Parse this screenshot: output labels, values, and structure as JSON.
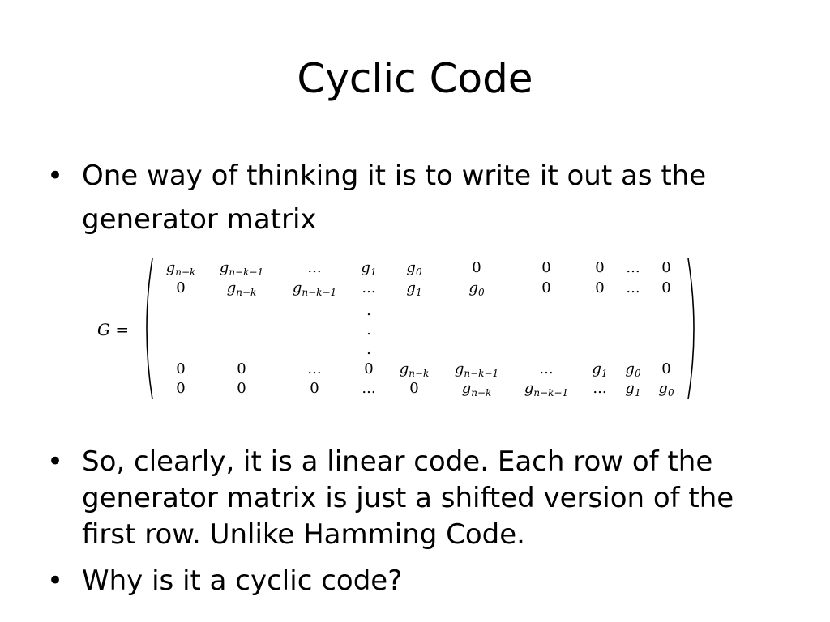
{
  "slide": {
    "title": "Cyclic Code",
    "bullets": [
      {
        "marker": "•",
        "text": "One way of thinking it is to write it out as the generator matrix"
      },
      {
        "marker": "•",
        "text": "So, clearly, it is a linear code. Each row of the generator matrix is just a shifted version of the first row. Unlike Hamming Code."
      },
      {
        "marker": "•",
        "text": "Why is it a cyclic code?"
      }
    ]
  },
  "matrix": {
    "label": "G",
    "equals": "=",
    "rows": [
      [
        {
          "b": "g",
          "s": "n−k"
        },
        {
          "b": "g",
          "s": "n−k−1"
        },
        {
          "t": "..."
        },
        {
          "b": "g",
          "s": "1"
        },
        {
          "b": "g",
          "s": "0"
        },
        {
          "t": "0"
        },
        {
          "t": "0"
        },
        {
          "t": "0"
        },
        {
          "t": "..."
        },
        {
          "t": "0"
        }
      ],
      [
        {
          "t": "0"
        },
        {
          "b": "g",
          "s": "n−k"
        },
        {
          "b": "g",
          "s": "n−k−1"
        },
        {
          "t": "..."
        },
        {
          "b": "g",
          "s": "1"
        },
        {
          "b": "g",
          "s": "0"
        },
        {
          "t": "0"
        },
        {
          "t": "0"
        },
        {
          "t": "..."
        },
        {
          "t": "0"
        }
      ],
      [
        {
          "t": "."
        }
      ],
      [
        {
          "t": "."
        }
      ],
      [
        {
          "t": "."
        }
      ],
      [
        {
          "t": "0"
        },
        {
          "t": "0"
        },
        {
          "t": "..."
        },
        {
          "t": "0"
        },
        {
          "b": "g",
          "s": "n−k"
        },
        {
          "b": "g",
          "s": "n−k−1"
        },
        {
          "t": "..."
        },
        {
          "b": "g",
          "s": "1"
        },
        {
          "b": "g",
          "s": "0"
        },
        {
          "t": "0"
        }
      ],
      [
        {
          "t": "0"
        },
        {
          "t": "0"
        },
        {
          "t": "0"
        },
        {
          "t": "..."
        },
        {
          "t": "0"
        },
        {
          "b": "g",
          "s": "n−k"
        },
        {
          "b": "g",
          "s": "n−k−1"
        },
        {
          "t": "..."
        },
        {
          "b": "g",
          "s": "1"
        },
        {
          "b": "g",
          "s": "0"
        }
      ]
    ]
  }
}
